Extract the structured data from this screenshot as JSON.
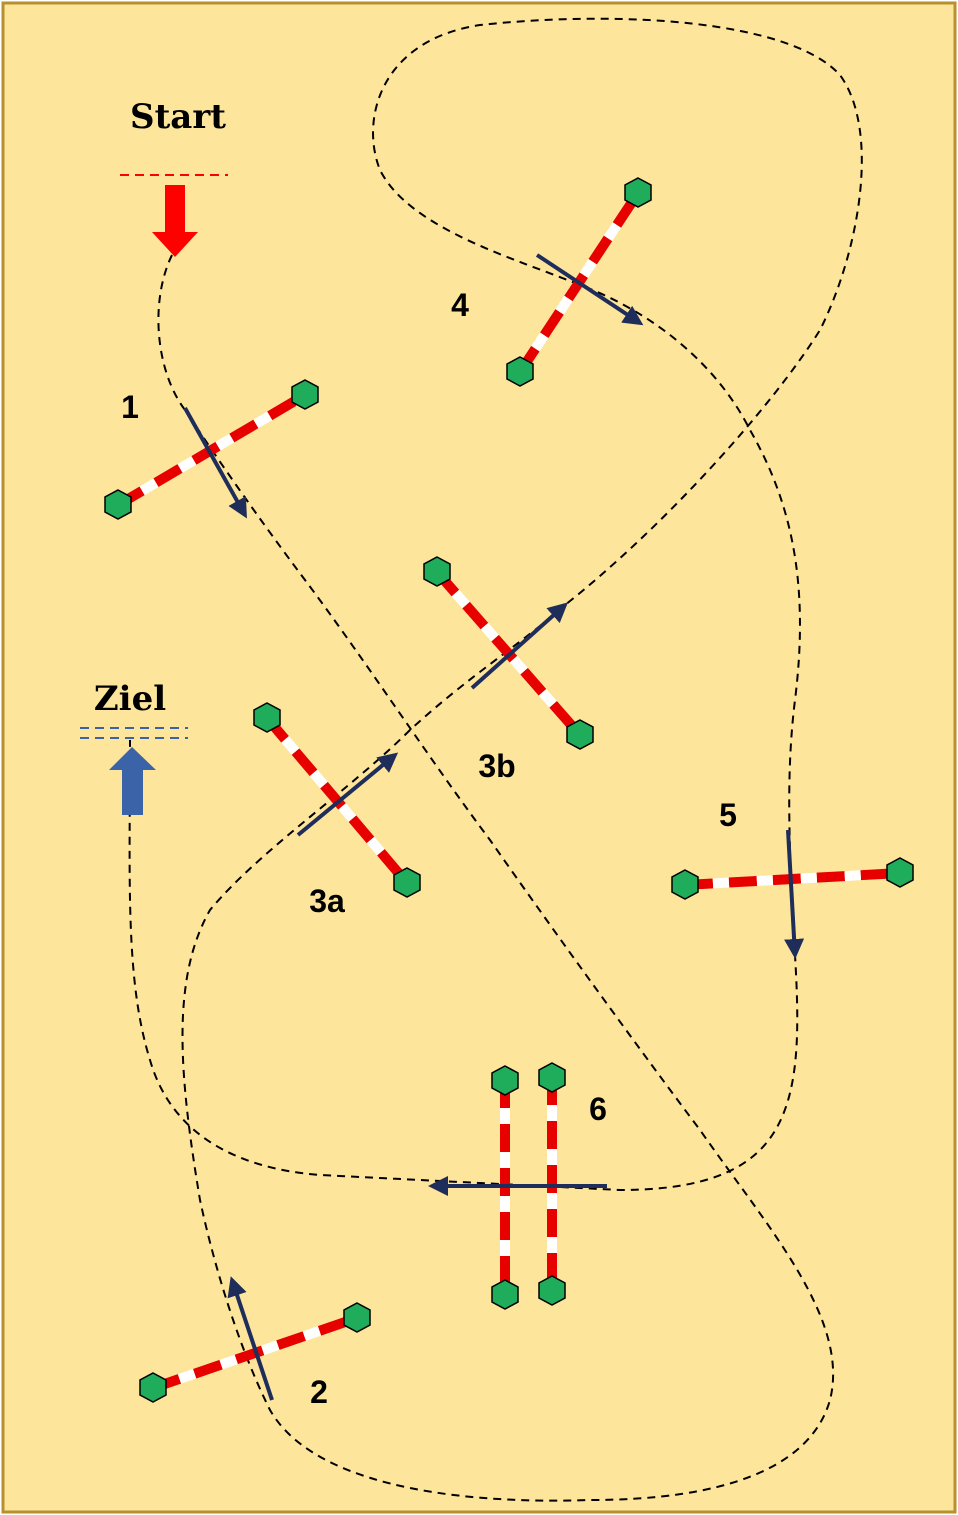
{
  "colors": {
    "arena_fill": "#fde59c",
    "arena_border": "#b8912f",
    "pole_red": "#e60000",
    "pole_white": "#ffffff",
    "stand_green": "#1fad5c",
    "direction_arrow": "#1f2d5a",
    "start_arrow": "#ff0000",
    "finish_arrow": "#3a63a8"
  },
  "labels": {
    "start": "Start",
    "finish": "Ziel",
    "obstacle_1": "1",
    "obstacle_2": "2",
    "obstacle_3a": "3a",
    "obstacle_3b": "3b",
    "obstacle_4": "4",
    "obstacle_5": "5",
    "obstacle_6": "6"
  },
  "icons": {
    "start": "down-arrow-icon",
    "finish": "up-arrow-icon",
    "pole_stand": "hexagon-icon"
  }
}
